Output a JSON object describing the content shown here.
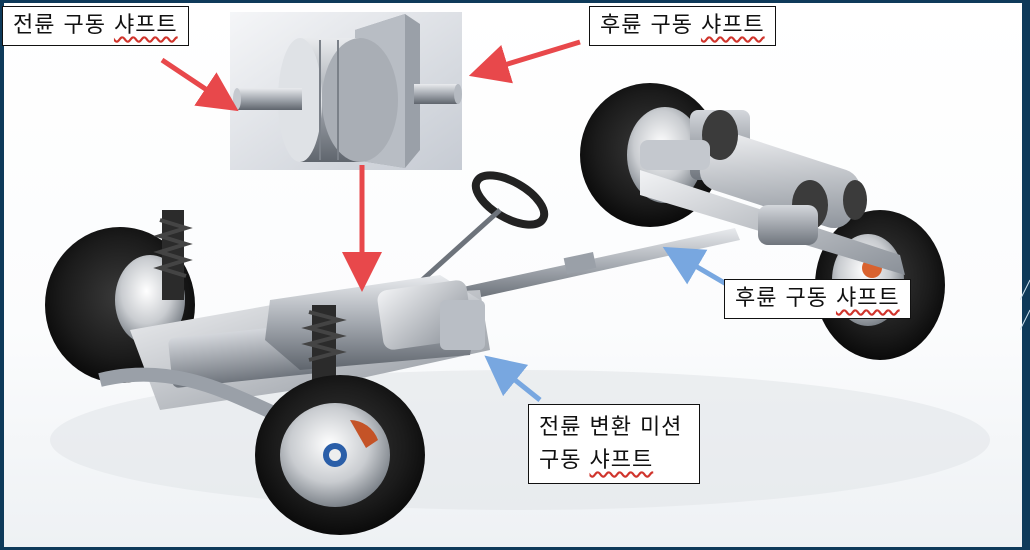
{
  "labels": {
    "front_drive_shaft": {
      "prefix": "전륜 구동 ",
      "suffix": "샤프트"
    },
    "rear_drive_shaft_top": {
      "prefix": "후륜 구동 ",
      "suffix": "샤프트"
    },
    "rear_drive_shaft_right": {
      "prefix": "후륜 구동 ",
      "suffix": "샤프트"
    },
    "front_transfer": {
      "line1": "전륜 변환 미션",
      "line2_prefix": "구동 ",
      "line2_suffix": "샤프트"
    }
  },
  "colors": {
    "red_arrow": "#e8484b",
    "blue_arrow": "#78a7e0",
    "frame_bg": "#0e3a5a"
  }
}
